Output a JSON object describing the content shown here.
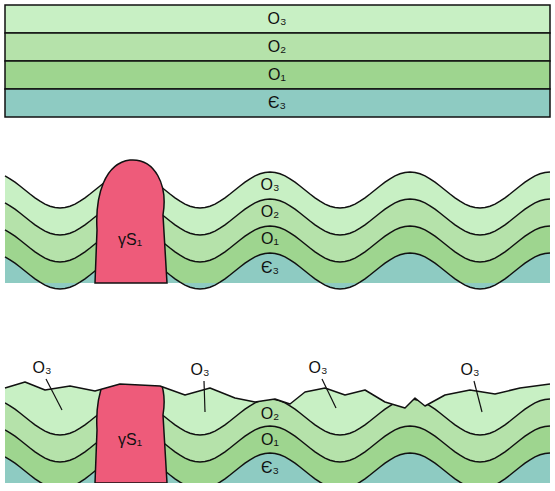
{
  "diagram": {
    "labels": [
      "O₃",
      "O₂",
      "O₁",
      "Є₃",
      "γS₁",
      "O₃",
      "O₂",
      "O₁",
      "Є₃",
      "O₃",
      "O₃",
      "O₃",
      "O₃",
      "γS₁",
      "O₂",
      "O₁",
      "Є₃"
    ]
  }
}
